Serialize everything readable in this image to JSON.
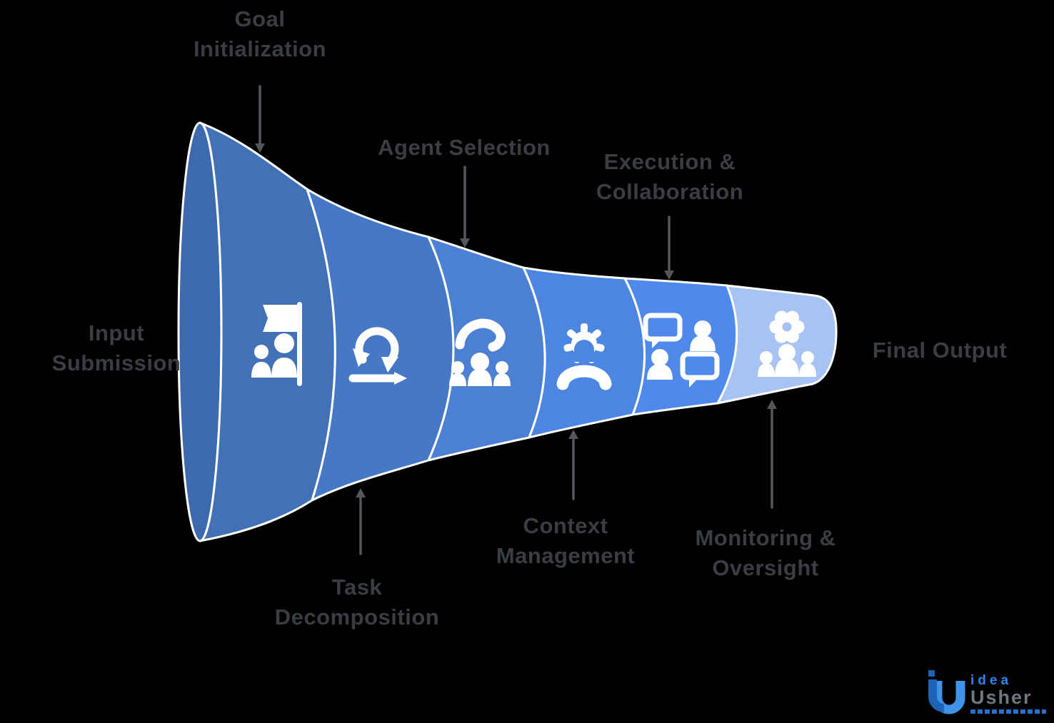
{
  "background_color": "#000000",
  "funnel": {
    "mouth_color": "#3D69AF",
    "outline_color": "#FFFFFF",
    "stages": [
      {
        "id": "goal-initialization",
        "label_line1": "Goal",
        "label_line2": "Initialization",
        "label_side": "top",
        "icon": "flag-team-icon",
        "color": "#4271B8"
      },
      {
        "id": "task-decomposition",
        "label_line1": "Task",
        "label_line2": "Decomposition",
        "label_side": "bottom",
        "icon": "agile-sprint-icon",
        "color": "#4678C8"
      },
      {
        "id": "agent-selection",
        "label_line1": "Agent Selection",
        "label_line2": "",
        "label_side": "top",
        "icon": "hand-pick-person-icon",
        "color": "#4B80D4"
      },
      {
        "id": "context-management",
        "label_line1": "Context",
        "label_line2": "Management",
        "label_side": "bottom",
        "icon": "gear-handset-icon",
        "color": "#4C85E2"
      },
      {
        "id": "execution-collaboration",
        "label_line1": "Execution &",
        "label_line2": "Collaboration",
        "label_side": "top",
        "icon": "people-chat-icon",
        "color": "#4F89EB"
      },
      {
        "id": "monitoring-oversight",
        "label_line1": "Monitoring &",
        "label_line2": "Oversight",
        "label_side": "bottom",
        "icon": "gear-people-icon",
        "color": "#A6C3F4"
      }
    ],
    "entry_label": {
      "line1": "Input",
      "line2": "Submission"
    },
    "exit_label": {
      "line1": "Final Output",
      "line2": ""
    }
  },
  "annotation_style": {
    "text_color": "#3A3E43",
    "line_color": "#53575C"
  },
  "logo": {
    "word1": "idea",
    "word2": "Usher",
    "word1_color": "#2E86EB",
    "word2_color": "#6E7880",
    "mark_dark_color": "#1C63B8",
    "mark_light_color": "#3E93E9"
  }
}
